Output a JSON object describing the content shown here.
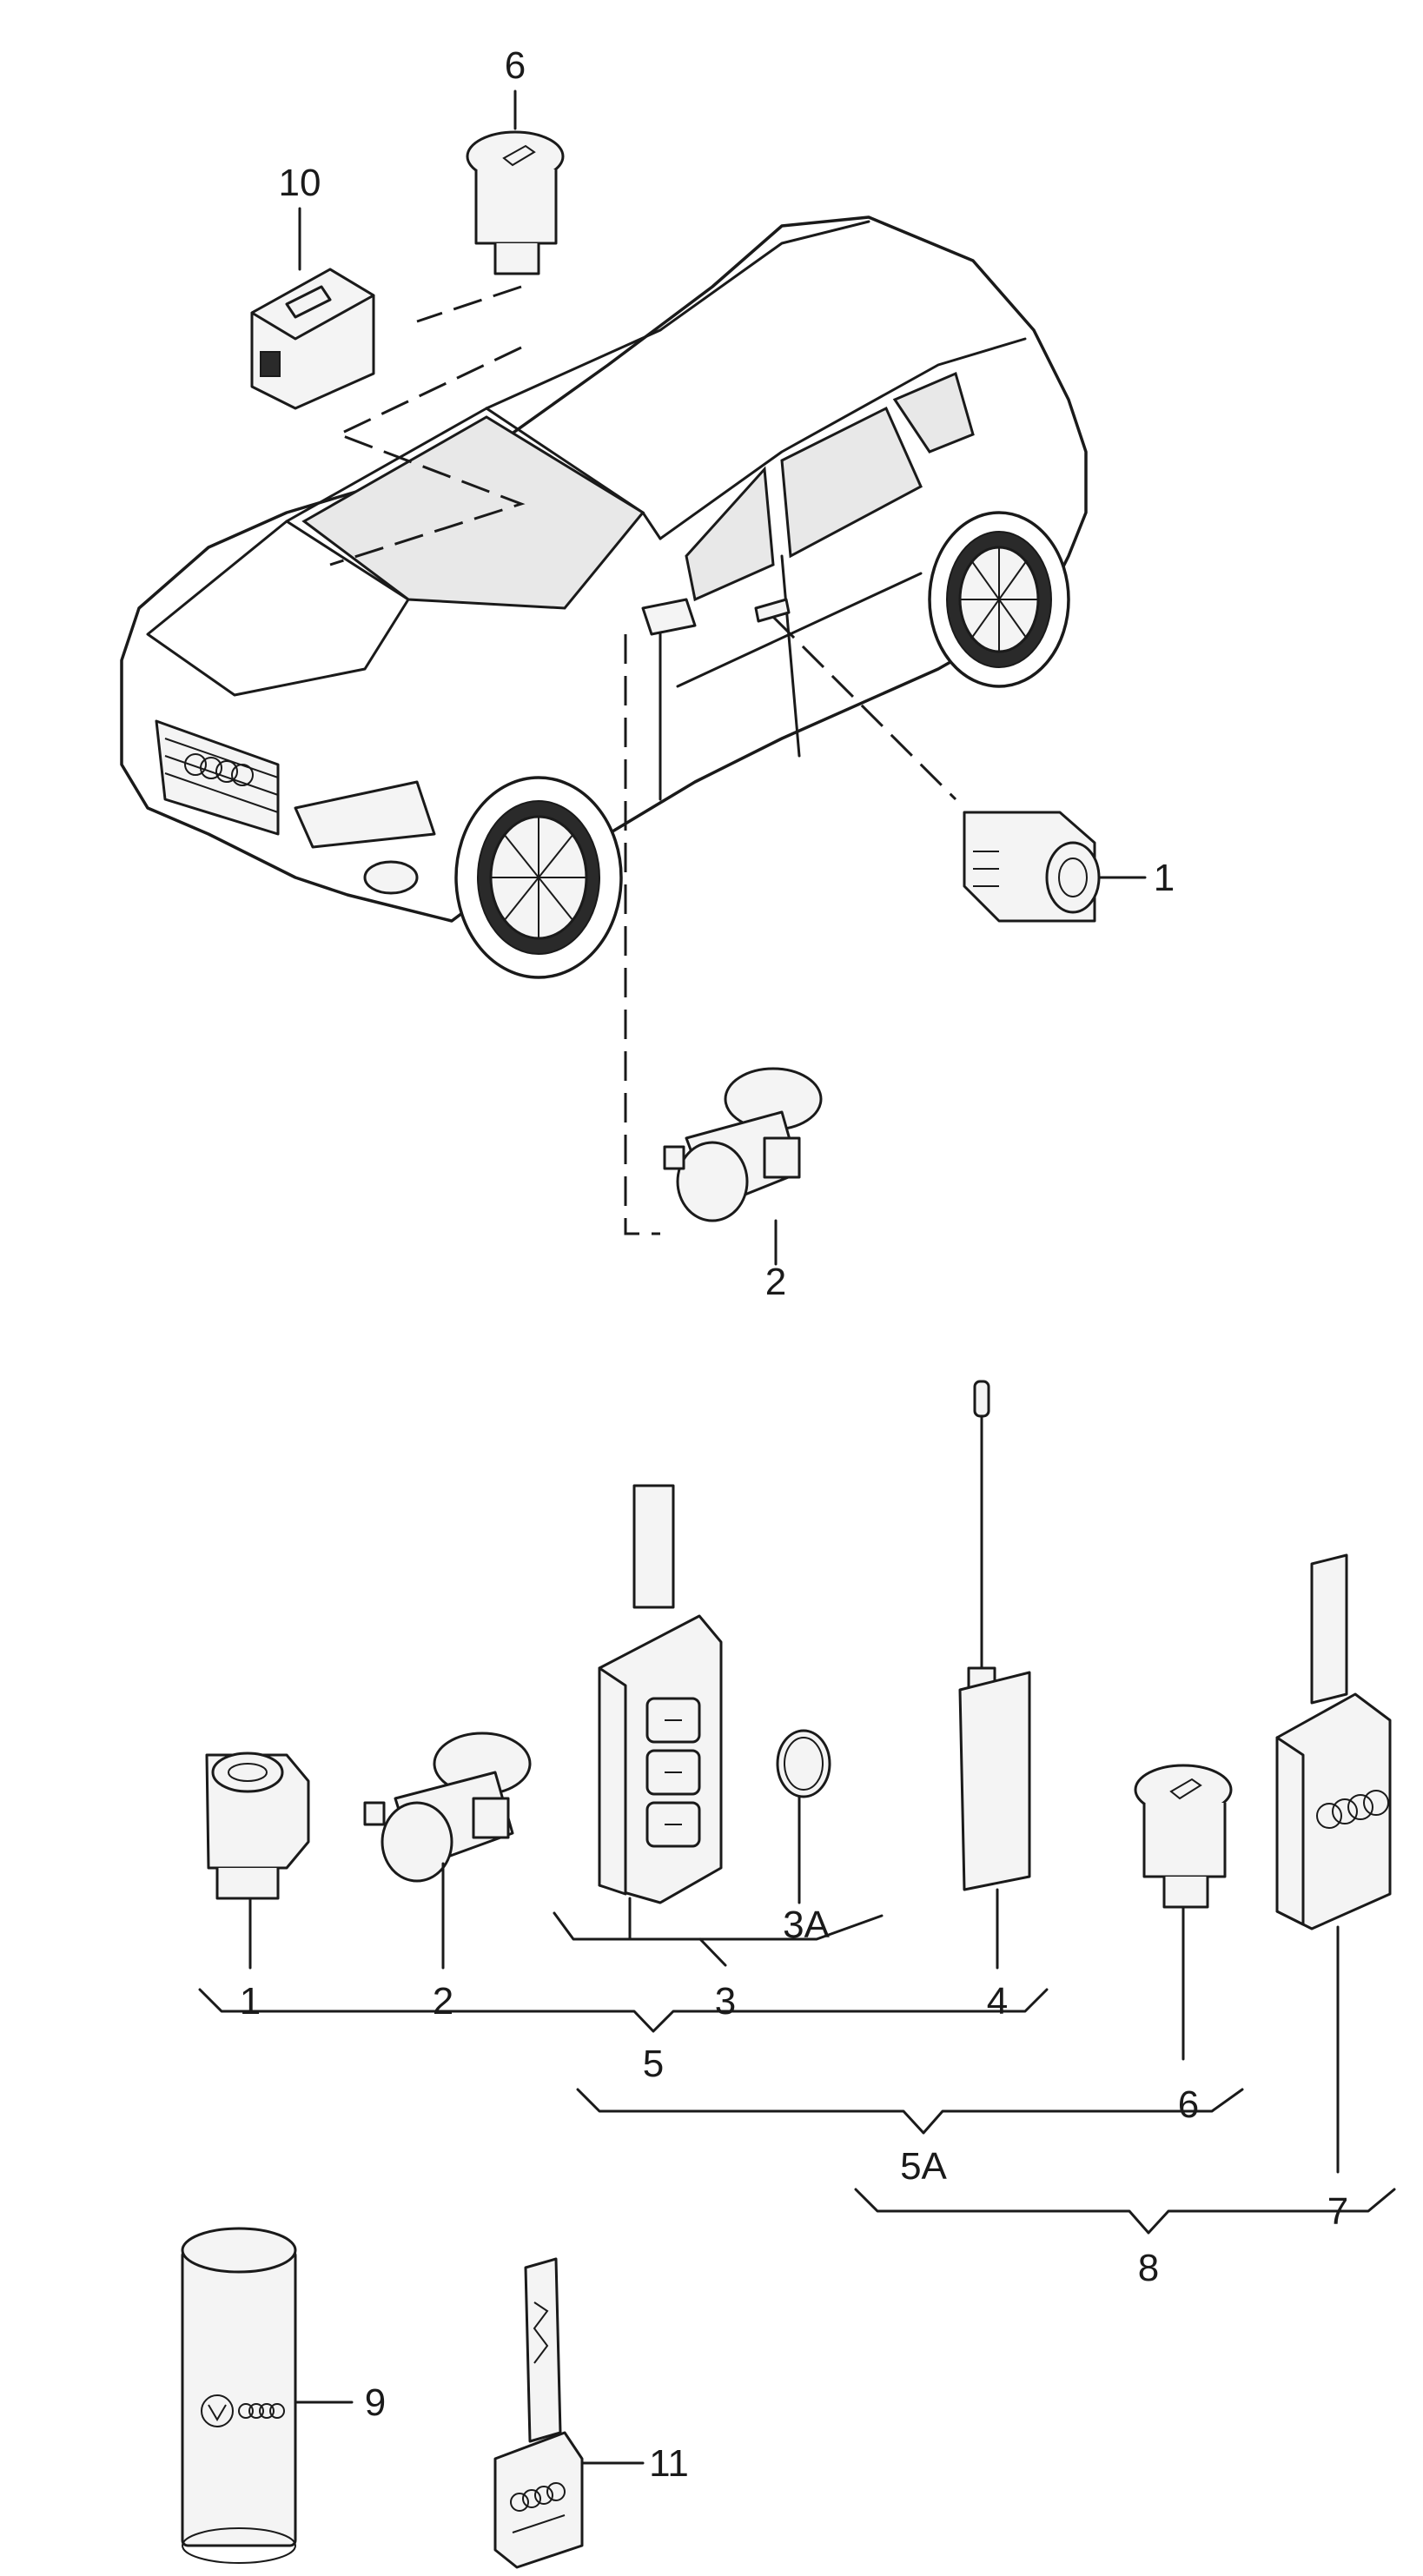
{
  "diagram": {
    "labels": {
      "p1_car": "1",
      "p2_car": "2",
      "p6_top": "6",
      "p10": "10",
      "p1": "1",
      "p2": "2",
      "p3": "3",
      "p3a": "3A",
      "p4": "4",
      "p5": "5",
      "p5a": "5A",
      "p6": "6",
      "p7": "7",
      "p8": "8",
      "p9": "9",
      "p11": "11"
    }
  }
}
